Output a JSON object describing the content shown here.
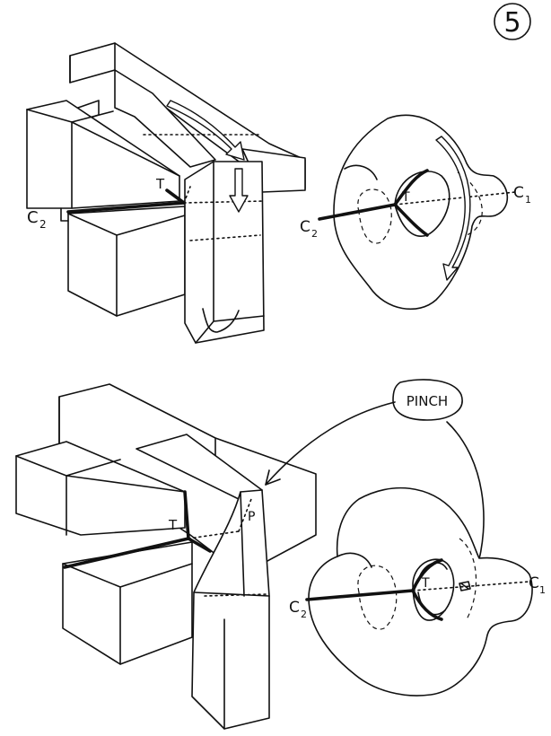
{
  "page_number": "5",
  "top_figure": {
    "block_labels": {
      "triple_point": "T",
      "curve_2": "C",
      "curve_2_sub": "2"
    },
    "surface_labels": {
      "triple_point": "T",
      "curve_1": "C",
      "curve_1_sub": "1",
      "curve_2": "C",
      "curve_2_sub": "2"
    }
  },
  "bottom_figure": {
    "block_labels": {
      "triple_point": "T",
      "pinch_point": "P"
    },
    "callout": "PINCH",
    "surface_labels": {
      "triple_point": "T",
      "curve_1": "C",
      "curve_1_sub": "1",
      "curve_2": "C",
      "curve_2_sub": "2"
    }
  }
}
